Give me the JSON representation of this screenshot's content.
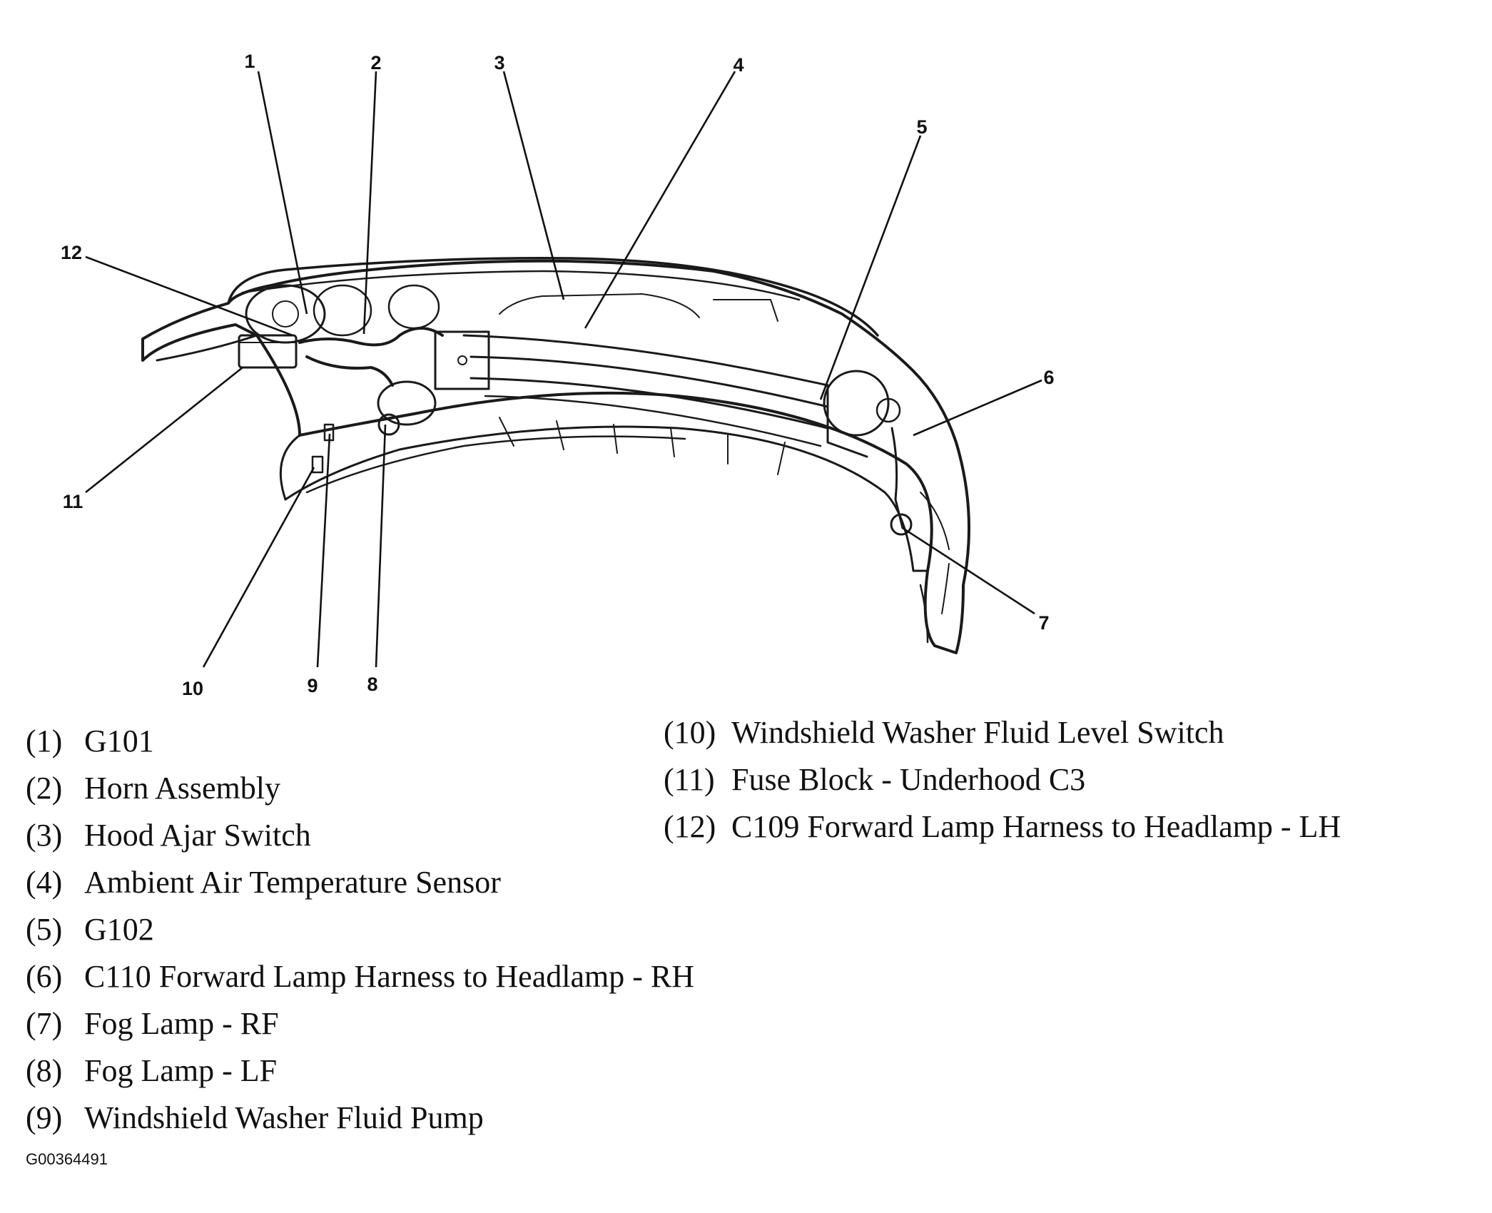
{
  "callouts": [
    "1",
    "2",
    "3",
    "4",
    "5",
    "6",
    "7",
    "8",
    "9",
    "10",
    "11",
    "12"
  ],
  "legend": [
    {
      "num": "(1)",
      "text": "G101"
    },
    {
      "num": "(2)",
      "text": "Horn Assembly"
    },
    {
      "num": "(3)",
      "text": "Hood Ajar Switch"
    },
    {
      "num": "(4)",
      "text": "Ambient Air Temperature Sensor"
    },
    {
      "num": "(5)",
      "text": "G102"
    },
    {
      "num": "(6)",
      "text": "C110 Forward Lamp Harness to Headlamp - RH"
    },
    {
      "num": "(7)",
      "text": "Fog Lamp - RF"
    },
    {
      "num": "(8)",
      "text": "Fog Lamp - LF"
    },
    {
      "num": "(9)",
      "text": "Windshield Washer Fluid Pump"
    },
    {
      "num": "(10)",
      "text": "Windshield Washer Fluid Level Switch"
    },
    {
      "num": "(11)",
      "text": "Fuse Block - Underhood C3"
    },
    {
      "num": "(12)",
      "text": "C109 Forward Lamp Harness to Headlamp - LH"
    }
  ],
  "figure_id": "G00364491"
}
